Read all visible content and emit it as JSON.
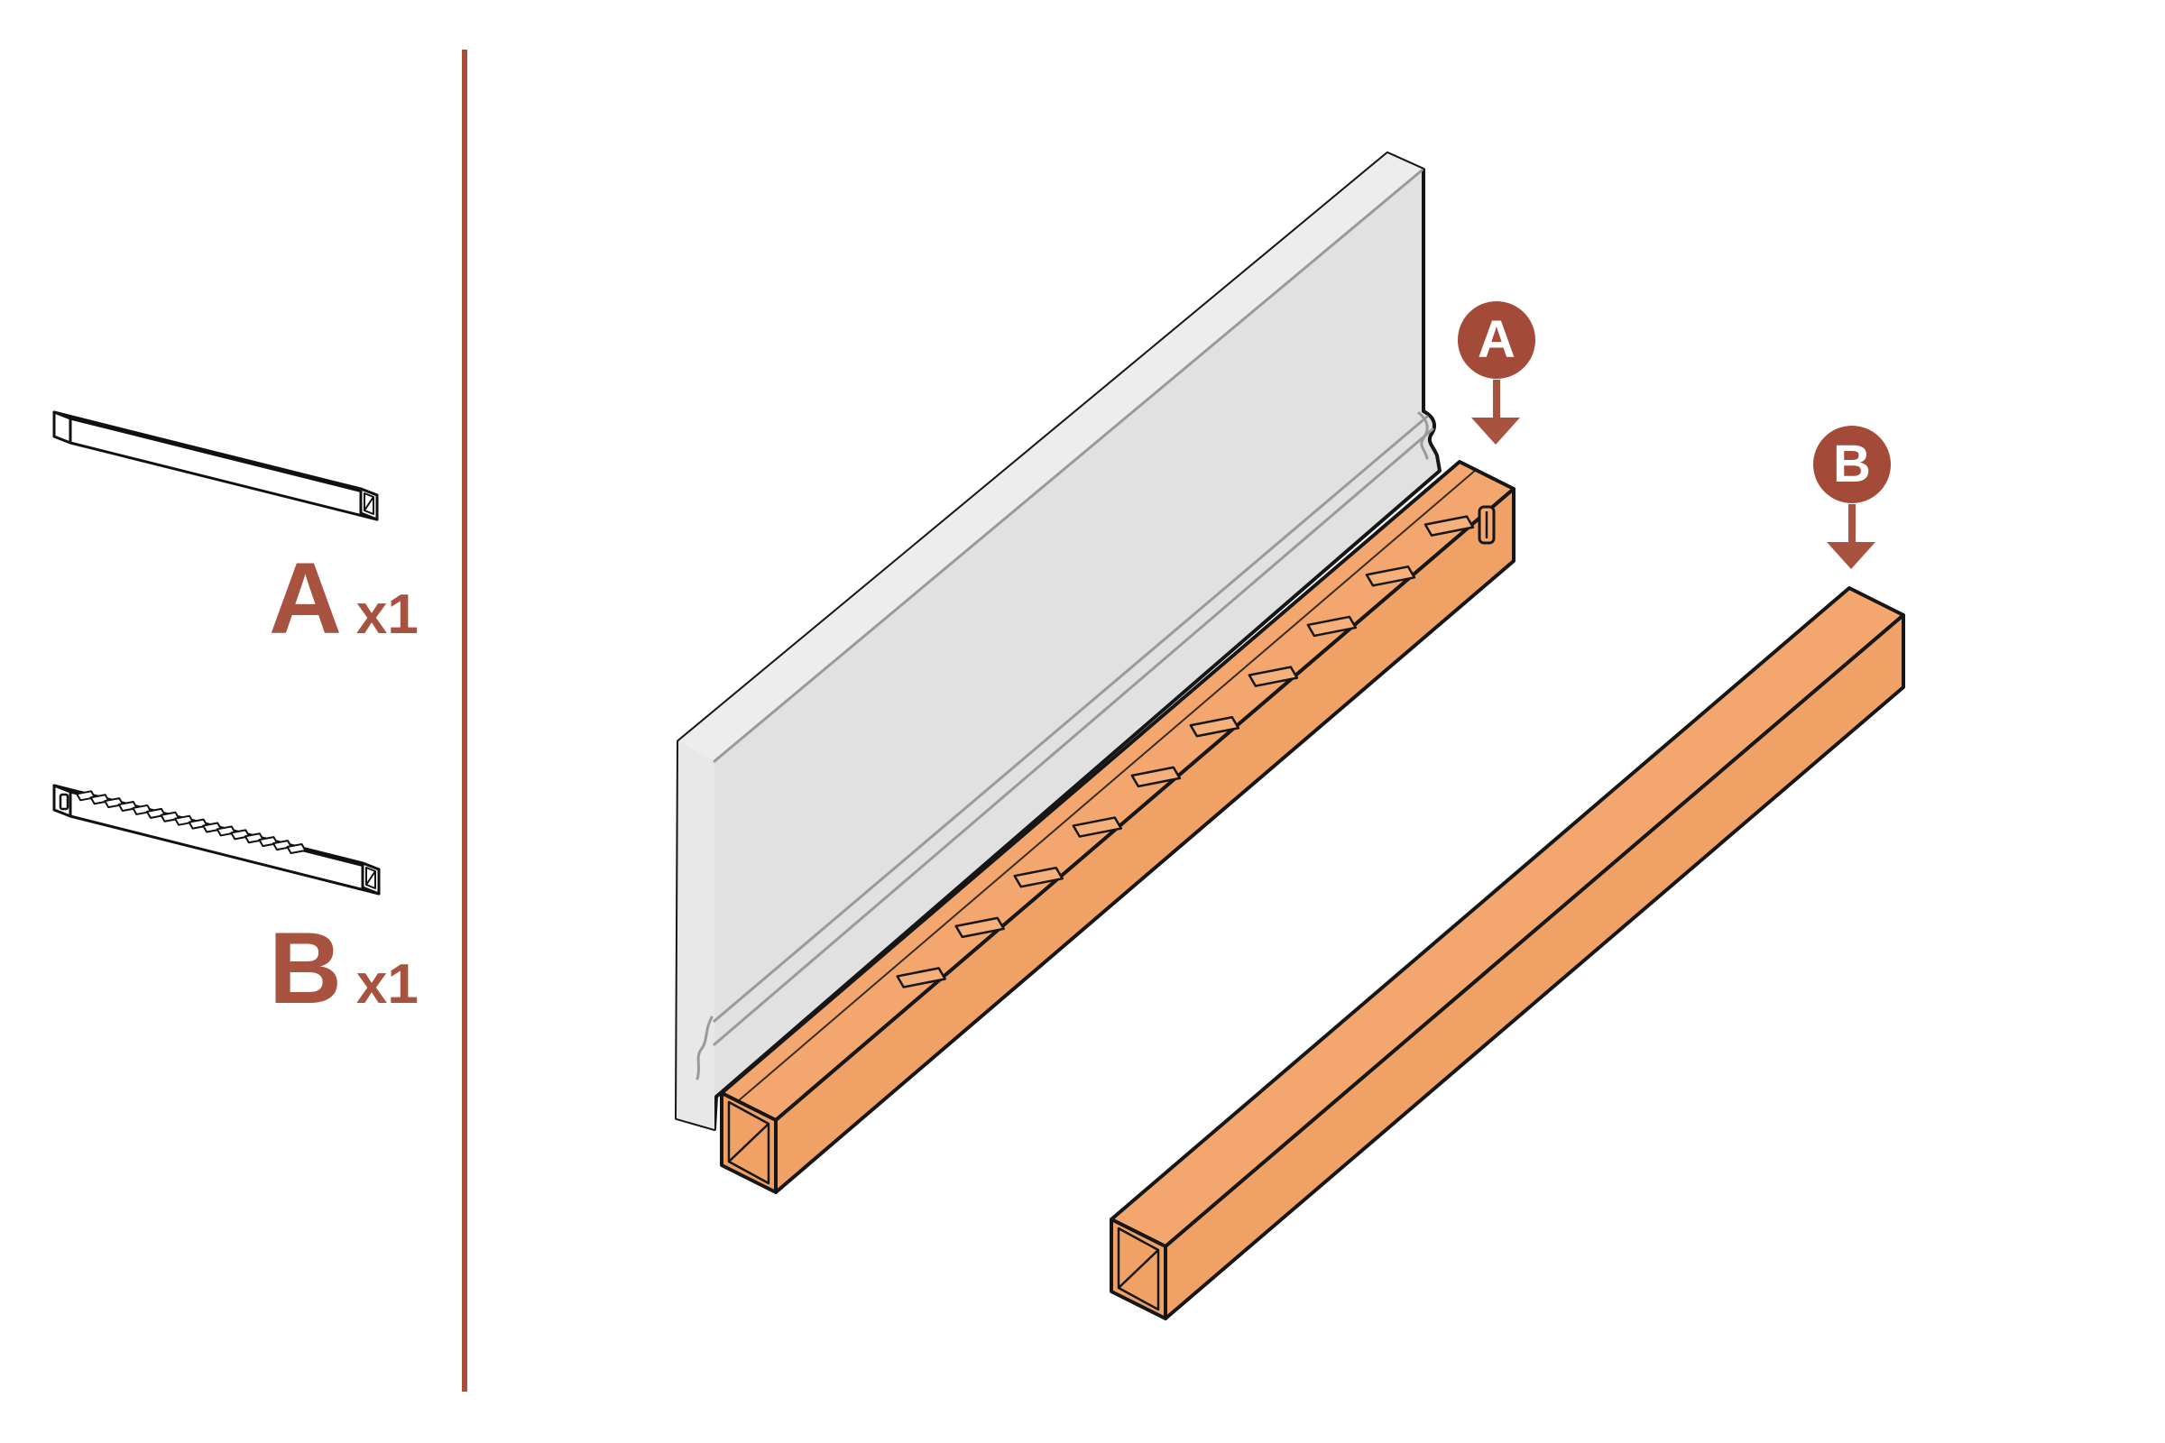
{
  "sidebar": {
    "parts": [
      {
        "letter": "A",
        "quantity": "x1",
        "icon": "plain-rail-part-icon"
      },
      {
        "letter": "B",
        "quantity": "x1",
        "icon": "notched-rail-part-icon"
      }
    ]
  },
  "callouts": [
    {
      "label": "A"
    },
    {
      "label": "B"
    }
  ],
  "diagram": {
    "rail_a_notch_count": 10,
    "sidebar_b_hatch_count": 16
  },
  "colors": {
    "accent_red": "#A85240",
    "badge_red": "#A34A39",
    "divider_red": "#A8503C",
    "rail_orange_top": "#F3A76E",
    "rail_orange_front": "#F0A165",
    "rail_orange_light": "#F6B07C",
    "panel_gray": "#E1E1E1",
    "panel_gray_top": "#EDEDED",
    "panel_gray_left": "#E8E8E8",
    "outline_dark": "#161616",
    "detail_gray": "#9A9A9A",
    "part_outline": "#111111"
  }
}
